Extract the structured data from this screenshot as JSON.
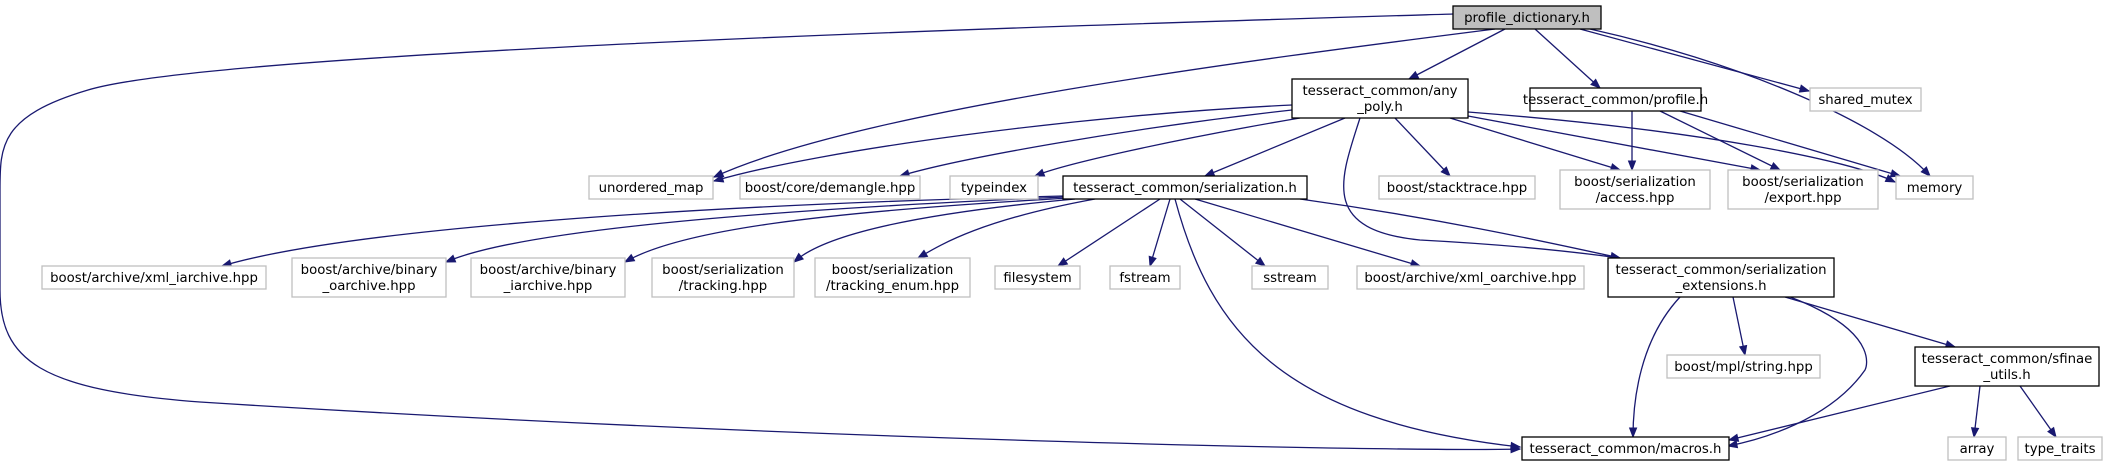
{
  "graph": {
    "nodes": {
      "root": {
        "lines": [
          "profile_dictionary.h"
        ]
      },
      "any": {
        "lines": [
          "tesseract_common/any",
          "_poly.h"
        ]
      },
      "prof": {
        "lines": [
          "tesseract_common/profile.h"
        ]
      },
      "shmx": {
        "lines": [
          "shared_mutex"
        ]
      },
      "umap": {
        "lines": [
          "unordered_map"
        ]
      },
      "dmg": {
        "lines": [
          "boost/core/demangle.hpp"
        ]
      },
      "tidx": {
        "lines": [
          "typeindex"
        ]
      },
      "ser": {
        "lines": [
          "tesseract_common/serialization.h"
        ]
      },
      "stk": {
        "lines": [
          "boost/stacktrace.hpp"
        ]
      },
      "acc": {
        "lines": [
          "boost/serialization",
          "/access.hpp"
        ]
      },
      "exp": {
        "lines": [
          "boost/serialization",
          "/export.hpp"
        ]
      },
      "mem": {
        "lines": [
          "memory"
        ]
      },
      "xmli": {
        "lines": [
          "boost/archive/xml_iarchive.hpp"
        ]
      },
      "bino": {
        "lines": [
          "boost/archive/binary",
          "_oarchive.hpp"
        ]
      },
      "bini": {
        "lines": [
          "boost/archive/binary",
          "_iarchive.hpp"
        ]
      },
      "trk": {
        "lines": [
          "boost/serialization",
          "/tracking.hpp"
        ]
      },
      "trke": {
        "lines": [
          "boost/serialization",
          "/tracking_enum.hpp"
        ]
      },
      "fsys": {
        "lines": [
          "filesystem"
        ]
      },
      "fstr": {
        "lines": [
          "fstream"
        ]
      },
      "sstr": {
        "lines": [
          "sstream"
        ]
      },
      "xmlo": {
        "lines": [
          "boost/archive/xml_oarchive.hpp"
        ]
      },
      "serx": {
        "lines": [
          "tesseract_common/serialization",
          "_extensions.h"
        ]
      },
      "mpl": {
        "lines": [
          "boost/mpl/string.hpp"
        ]
      },
      "sfin": {
        "lines": [
          "tesseract_common/sfinae",
          "_utils.h"
        ]
      },
      "mac": {
        "lines": [
          "tesseract_common/macros.h"
        ]
      },
      "arr": {
        "lines": [
          "array"
        ]
      },
      "ttr": {
        "lines": [
          "type_traits"
        ]
      }
    }
  }
}
